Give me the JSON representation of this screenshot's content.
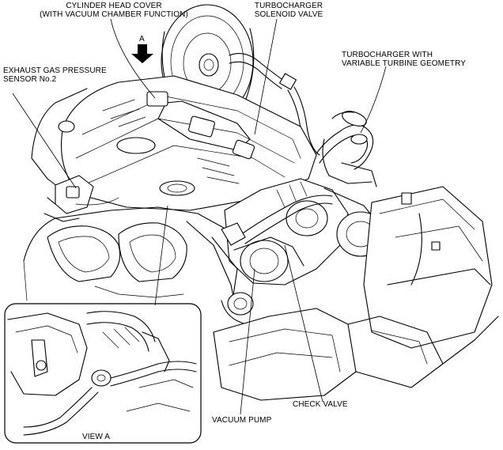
{
  "labels": {
    "cylinder_head_cover": "CYLINDER HEAD COVER\n(WITH VACUUM CHAMBER FUNCTION)",
    "view_arrow": "A",
    "turbo_solenoid": "TURBOCHARGER\nSOLENOID VALVE",
    "exhaust_sensor": "EXHAUST GAS PRESSURE\nSENSOR No.2",
    "vgt_turbo": "TURBOCHARGER WITH\nVARIABLE TURBINE GEOMETRY",
    "check_valve": "CHECK VALVE",
    "vacuum_pump": "VACUUM PUMP",
    "view_a": "VIEW A"
  }
}
